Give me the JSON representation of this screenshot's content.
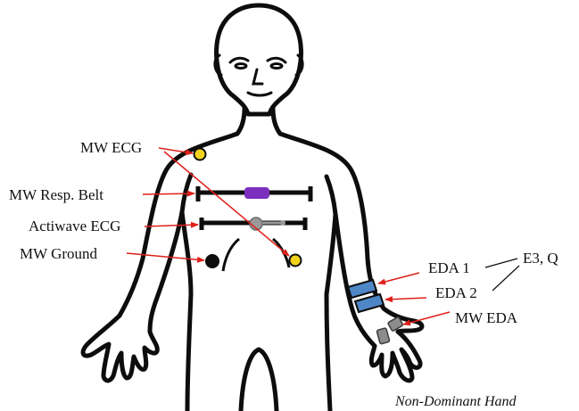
{
  "labels": {
    "mw_ecg": "MW ECG",
    "mw_resp_belt": "MW Resp. Belt",
    "actiwave_ecg": "Actiwave ECG",
    "mw_ground": "MW Ground",
    "eda1": "EDA 1",
    "eda2": "EDA 2",
    "e3q": "E3, Q",
    "mw_eda": "MW EDA"
  },
  "caption": "Non-Dominant Hand",
  "colors": {
    "outline": "#0d0d0d",
    "arrow": "#e0201b",
    "ecg_electrode": "#f2d21b",
    "resp_sensor": "#7b2fbe",
    "actiwave": "#9a9a9a",
    "ground": "#0d0d0d",
    "eda_band": "#4f86c6",
    "mw_eda_sensor": "#8c8c8c"
  }
}
